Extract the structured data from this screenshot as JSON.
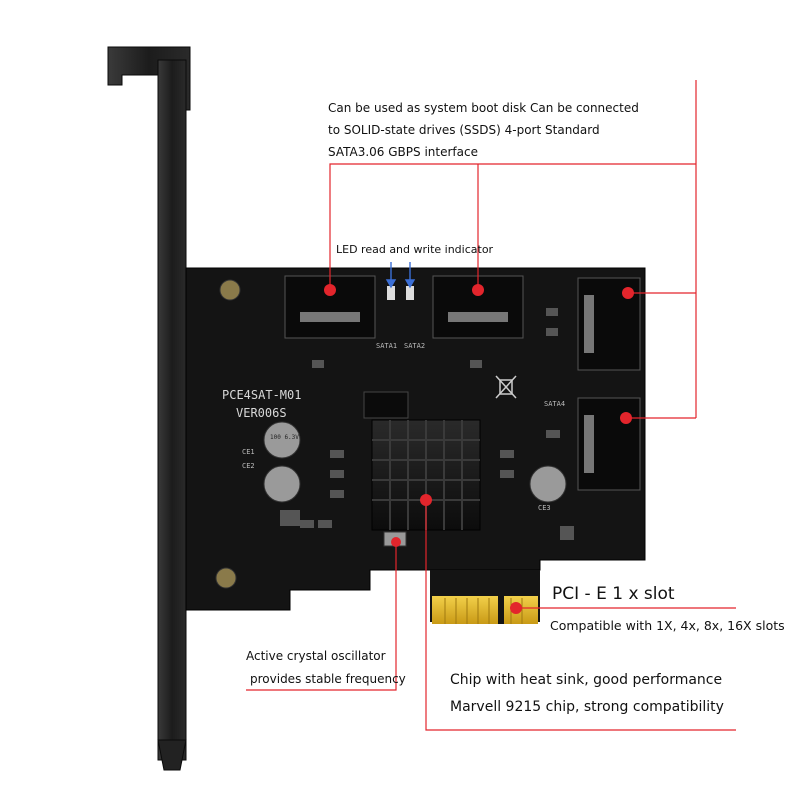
{
  "annotations": {
    "sata_interface": [
      "Can be used as system boot disk Can be connected",
      "to SOLID-state drives (SSDS) 4-port Standard",
      "SATA3.06 GBPS interface"
    ],
    "led_indicator": "LED read and write indicator",
    "pcie_slot": {
      "title": "PCI - E 1 x slot",
      "subtitle": "Compatible with 1X, 4x, 8x, 16X slots"
    },
    "oscillator": [
      "Active crystal oscillator",
      "provides stable frequency"
    ],
    "chip": [
      "Chip with heat sink, good performance",
      "Marvell 9215 chip, strong compatibility"
    ]
  },
  "board_markings": {
    "model": "PCE4SAT-M01",
    "version": "VER006S",
    "sata1": "SATA1",
    "sata2": "SATA2",
    "sata4": "SATA4",
    "ce1": "CE1",
    "ce2": "CE2",
    "ce3": "CE3",
    "cap_text": "100 6.3V"
  },
  "colors": {
    "callout_line": "#e3252c",
    "callout_dot": "#e3252c",
    "pcb": "#141414",
    "bracket": "#1c1c1c",
    "gold": "#e2ba2a"
  }
}
